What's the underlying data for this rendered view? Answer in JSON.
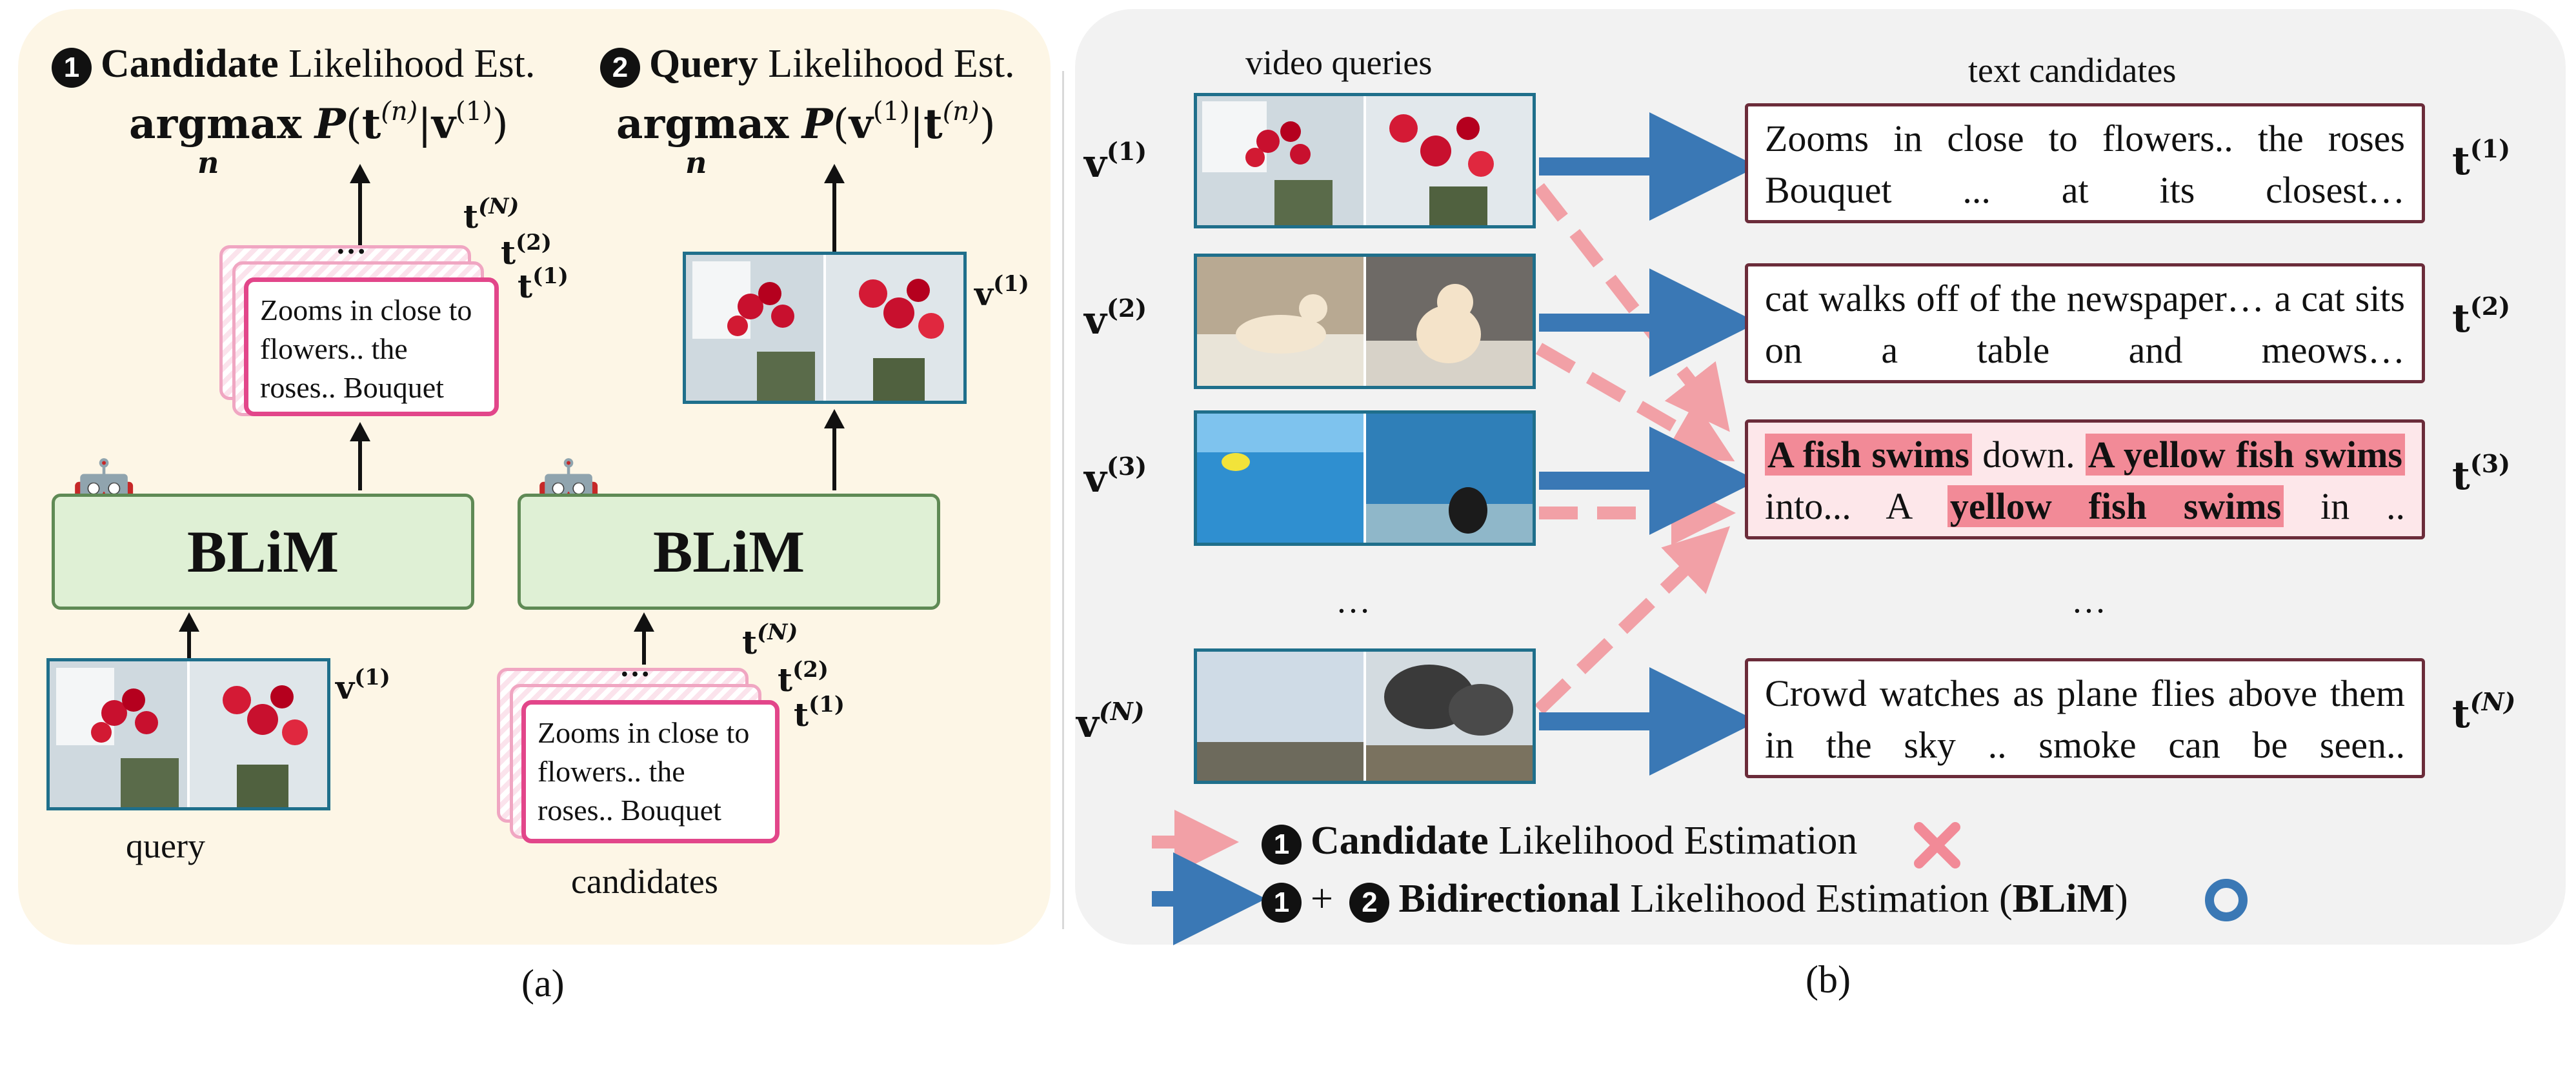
{
  "panel_a": {
    "candidate_step_num": "1",
    "candidate_step_bold": "Candidate",
    "candidate_step_rest": " Likelihood Est.",
    "candidate_formula_op": "argmax",
    "candidate_formula_sub": "n",
    "candidate_formula_expr": "P(t",
    "query_step_num": "2",
    "query_step_bold": "Query",
    "query_step_rest": " Likelihood Est.",
    "model_name": "BLiM",
    "candidate_card_text": "Zooms in close to flowers.. the roses.. Bouquet",
    "candidate_dots": "…",
    "query_label": "query",
    "candidates_label": "candidates"
  },
  "panel_b": {
    "video_queries_header": "video queries",
    "text_candidates_header": "text candidates",
    "rows": [
      {
        "text": "Zooms in close to flowers..  the roses Bouquet ... at its closest…"
      },
      {
        "text": "cat walks off of the newspaper…  a cat sits on a table and meows…"
      },
      {
        "text_parts": [
          "A fish swims",
          " down. ",
          "A yellow fish swims",
          " into... A ",
          "yellow fish swims",
          " in .."
        ]
      },
      {
        "text": "Crowd watches as plane flies above them in the sky .. smoke can be seen.."
      }
    ],
    "ellipsis": "…",
    "legend_candidate_num": "1",
    "legend_candidate_bold": "Candidate",
    "legend_candidate_rest": " Likelihood Estimation",
    "legend_bidir_num1": "1",
    "legend_bidir_plus": "+",
    "legend_bidir_num2": "2",
    "legend_bidir_bold": "Bidirectional",
    "legend_bidir_rest": " Likelihood Estimation (",
    "legend_bidir_model": "BLiM",
    "legend_bidir_close": ")"
  },
  "captions": {
    "a": "(a)",
    "b": "(b)"
  },
  "colors": {
    "panel_a_bg": "#fdf6e6",
    "panel_b_bg": "#f2f2f2",
    "card_border": "#e2468a",
    "blim_fill": "#dff0d5",
    "solid_arrow": "#3a78b5",
    "dashed_arrow": "#f2a0a6",
    "thumb_border": "#1f6f8b"
  },
  "icons": [
    "robot-icon",
    "cross-icon",
    "circle-icon"
  ]
}
